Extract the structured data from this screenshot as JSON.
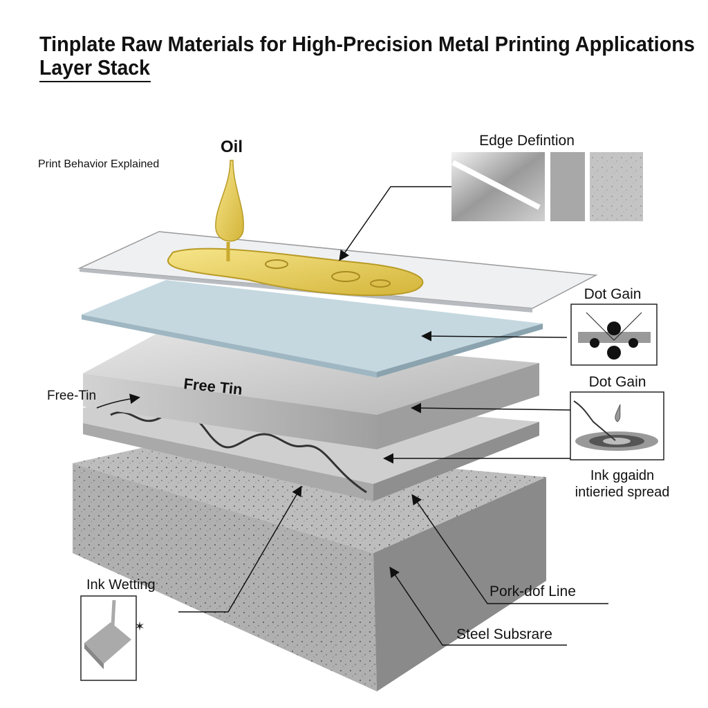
{
  "title": {
    "line1": "Tinplate Raw Materials for High-Precision Metal Printing Applications",
    "line2": "Layer Stack"
  },
  "labels": {
    "oil": "Oil",
    "print_behavior": "Print Behavior Explained",
    "edge_definition": "Edge Defintion",
    "dot_gain_1": "Dot Gain",
    "dot_gain_2": "Dot Gain",
    "ink_gain_line1": "Ink ggaidn",
    "ink_gain_line2": "intieried spread",
    "free_tin_on_layer": "Free Tin",
    "free_tin_side": "Free-Tin",
    "ink_wetting": "Ink Wetting",
    "pork_dof_line": "Pork-dof Line",
    "steel_substrate": "Steel Subsrare"
  },
  "colors": {
    "oil": "#e8cf55",
    "blue_layer": "#c5d8e0",
    "tin": "#c9c9c9",
    "steel": "#9a9a9a"
  }
}
